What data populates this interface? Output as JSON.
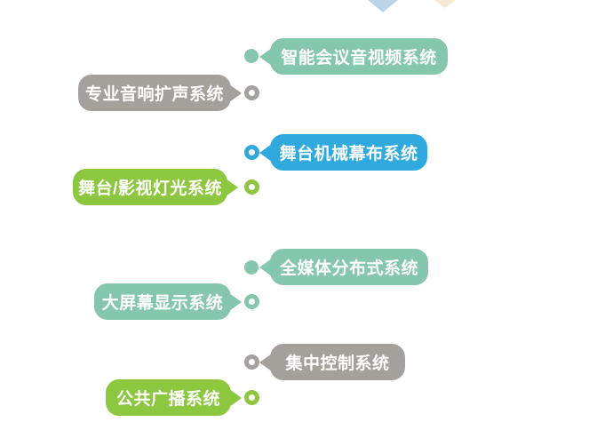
{
  "diagram": {
    "description": "AV systems category diagram with speech-bubble labels connected to a center column of dots",
    "rows": [
      {
        "label": "智能会议音视频系统",
        "side": "right",
        "color": "teal",
        "marker": "filled-dot"
      },
      {
        "label": "专业音响扩声系统",
        "side": "left",
        "color": "gray",
        "marker": "ring"
      },
      {
        "label": "舞台机械幕布系统",
        "side": "right",
        "color": "blue",
        "marker": "ring"
      },
      {
        "label": "舞台/影视灯光系统",
        "side": "left",
        "color": "green",
        "marker": "ring"
      },
      {
        "label": "全媒体分布式系统",
        "side": "right",
        "color": "teal",
        "marker": "filled-dot"
      },
      {
        "label": "大屏幕显示系统",
        "side": "left",
        "color": "teal",
        "marker": "ring"
      },
      {
        "label": "集中控制系统",
        "side": "right",
        "color": "gray",
        "marker": "ring"
      },
      {
        "label": "公共广播系统",
        "side": "left",
        "color": "green",
        "marker": "ring"
      }
    ],
    "colors": {
      "teal": "#85c7ad",
      "gray": "#a4a09c",
      "blue": "#2fa9de",
      "green": "#8dc63f",
      "bubble_text": "#ffffff",
      "background": "#ffffff",
      "decor_triangle_blue": "#bcd4eb",
      "decor_triangle_orange": "#f5e1c8"
    }
  }
}
